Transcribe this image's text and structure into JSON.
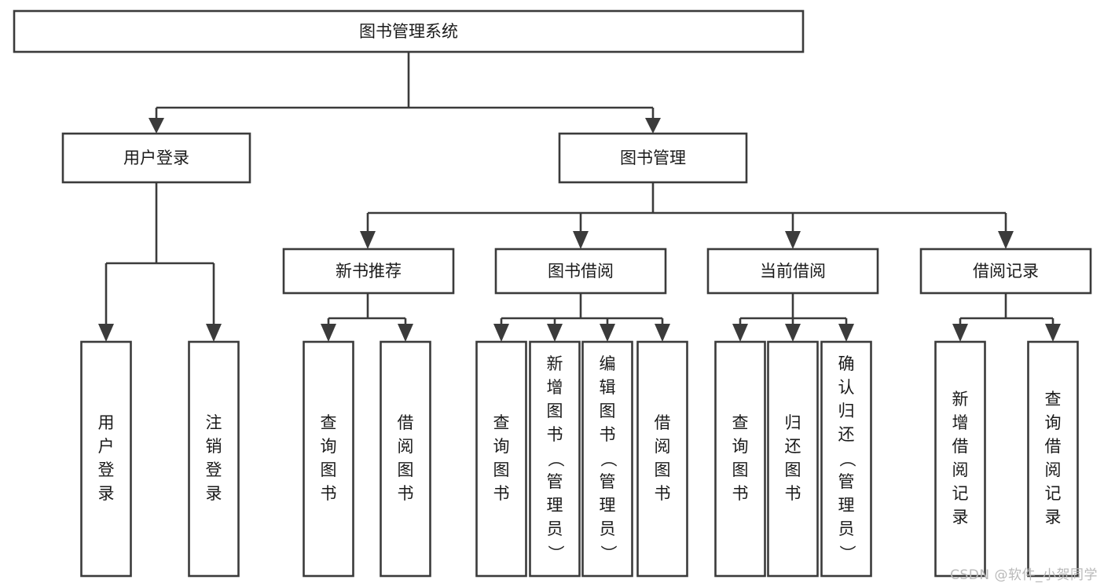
{
  "diagram": {
    "title": "图书管理系统",
    "type": "tree",
    "colors": {
      "stroke": "#3b3b3b",
      "fill": "#ffffff",
      "text": "#1a1a1a",
      "background": "#ffffff",
      "watermark": "#b9b9b9"
    },
    "root": {
      "label": "图书管理系统"
    },
    "level2": [
      {
        "label": "用户登录"
      },
      {
        "label": "图书管理"
      }
    ],
    "level3": [
      {
        "label": "新书推荐"
      },
      {
        "label": "图书借阅"
      },
      {
        "label": "当前借阅"
      },
      {
        "label": "借阅记录"
      }
    ],
    "leaves": {
      "user_login": [
        {
          "label": "用户登录"
        },
        {
          "label": "注销登录"
        }
      ],
      "new_book_recommend": [
        {
          "label": "查询图书"
        },
        {
          "label": "借阅图书"
        }
      ],
      "book_borrow": [
        {
          "label": "查询图书"
        },
        {
          "label": "新增图书（管理员）"
        },
        {
          "label": "编辑图书（管理员）"
        },
        {
          "label": "借阅图书"
        }
      ],
      "current_borrow": [
        {
          "label": "查询图书"
        },
        {
          "label": "归还图书"
        },
        {
          "label": "确认归还（管理员）"
        }
      ],
      "borrow_record": [
        {
          "label": "新增借阅记录"
        },
        {
          "label": "查询借阅记录"
        }
      ]
    }
  },
  "watermark": {
    "text": "CSDN @软件_小贺同学"
  }
}
